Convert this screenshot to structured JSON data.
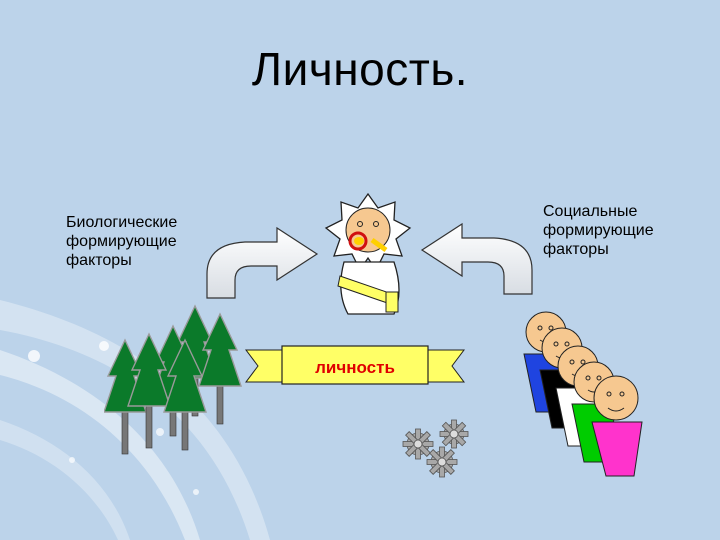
{
  "title": "Личность.",
  "left_label": "Биологические\nформирующие\nфакторы",
  "right_label": "Социальные\nформирующие\nфакторы",
  "center_banner": "личность",
  "colors": {
    "background": "#bcd3ea",
    "trees": "#0b7a2a",
    "banner": "#ffff66",
    "banner_text": "#e00000",
    "face": "#f6c890",
    "bodies": [
      "#1f44e0",
      "#000000",
      "#ffffff",
      "#00cc00",
      "#ff33cc"
    ]
  },
  "icons": [
    "curved-arrow-icon",
    "baby-icon",
    "trees-icon",
    "banner-icon",
    "gears-icon",
    "people-group-icon"
  ]
}
